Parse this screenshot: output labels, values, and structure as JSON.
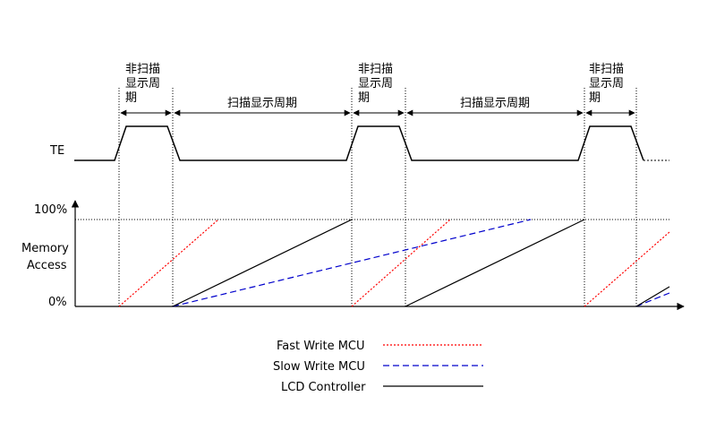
{
  "te_label": "TE",
  "y_axis": {
    "top_label": "100%",
    "bottom_label": "0%",
    "title_line1": "Memory",
    "title_line2": "Access"
  },
  "periods": {
    "non_scan_line1": "非扫描",
    "non_scan_line2": "显示周",
    "non_scan_line3": "期",
    "scan": "扫描显示周期"
  },
  "legend": {
    "fast": "Fast Write MCU",
    "slow": "Slow Write MCU",
    "lcd": "LCD Controller"
  },
  "colors": {
    "fast": "#ff0000",
    "slow": "#0000cc",
    "lcd": "#000000",
    "axis": "#000000"
  }
}
